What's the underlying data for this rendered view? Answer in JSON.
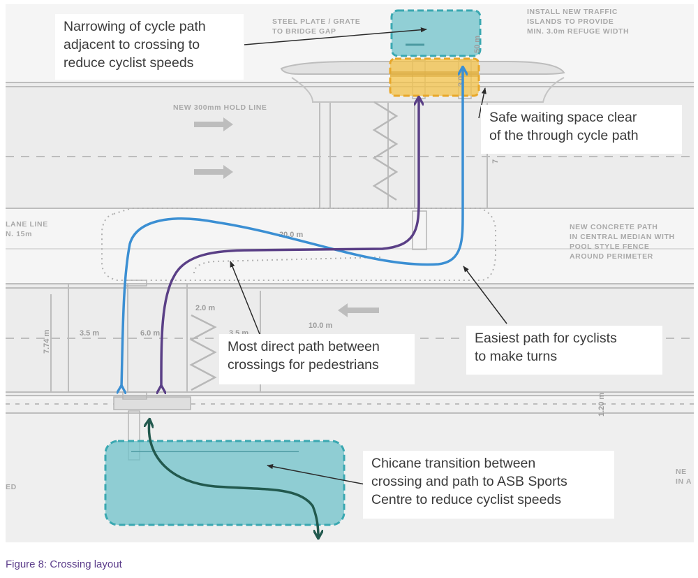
{
  "figure": {
    "caption": "Figure 8: Crossing layout"
  },
  "colors": {
    "cyclist_path": "#3b8fd3",
    "pedestrian_path": "#5a3f86",
    "chicane_path": "#22594e",
    "teal_zone_fill": "#6fc2c9",
    "teal_zone_border": "#3aa8b1",
    "waiting_zone_fill": "#f4c34a",
    "waiting_zone_border": "#e8a72a",
    "plan_lines": "#b3b3b3",
    "callout_arrow": "#2b2b2b",
    "caption_text": "#5b3c8a"
  },
  "plan_labels": {
    "steel_plate": [
      "STEEL PLATE / GRATE",
      "TO BRIDGE GAP"
    ],
    "traffic_islands": [
      "INSTALL NEW TRAFFIC",
      "ISLANDS TO PROVIDE",
      "MIN. 3.0m REFUGE WIDTH"
    ],
    "hold_line": "NEW 300mm HOLD LINE",
    "lane_line": [
      "LANE LINE",
      "N. 15m"
    ],
    "concrete_path": [
      "NEW CONCRETE PATH",
      "IN CENTRAL MEDIAN WITH",
      "POOL STYLE FENCE",
      "AROUND PERIMETER"
    ],
    "edge_left": "ED",
    "edge_right": [
      "NE",
      "IN A"
    ]
  },
  "dimensions": {
    "d_20m": "20.0 m",
    "d_2m": "2.0 m",
    "d_35m_left": "3.5 m",
    "d_6m": "6.0 m",
    "d_35m_mid": "3.5 m",
    "d_10m": "10.0 m",
    "d_774m": "7.74 m",
    "d_120m": "1.20 m",
    "d_30m": "3.0",
    "d_50m": "50 m",
    "d_7": "7"
  },
  "callouts": {
    "narrowing": [
      "Narrowing of cycle path",
      "adjacent to crossing to",
      "reduce cyclist speeds"
    ],
    "safe_waiting": [
      "Safe waiting space clear",
      "of the through cycle path"
    ],
    "most_direct": [
      "Most direct path between",
      "crossings for pedestrians"
    ],
    "easiest": [
      "Easiest path for cyclists",
      "to make turns"
    ],
    "chicane": [
      "Chicane transition between",
      "crossing and path to ASB Sports",
      "Centre to reduce cyclist speeds"
    ]
  }
}
